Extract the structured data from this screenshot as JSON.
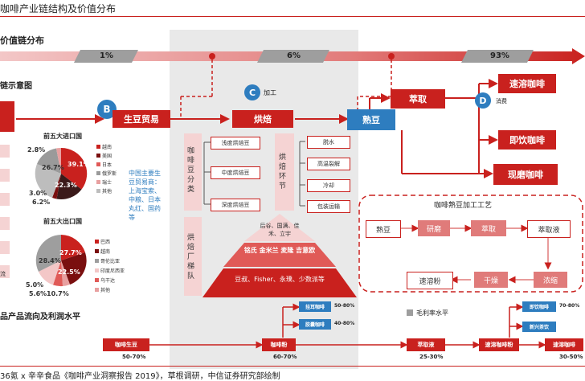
{
  "title": "咖啡产业链结构及价值分布",
  "footer": "36氪 x 辛辛食品《咖啡产业洞察报告 2019》，草根调研，中信证券研究部绘制",
  "value_chain": {
    "heading": "价值链分布",
    "pct_1": "1%",
    "pct_2": "6%",
    "pct_3": "93%"
  },
  "left": {
    "diagram_title": "链示意图",
    "import_title": "前五大进口国",
    "import_labels": [
      "2.8%",
      "39.1%",
      "22.3%",
      "26.7%",
      "3.0%",
      "6.2%"
    ],
    "import_legend": [
      "越南",
      "美国",
      "日本",
      "俄罗斯",
      "瑞士",
      "其他"
    ],
    "import_colors": [
      "#c9211e",
      "#7a0f0f",
      "#e05a57",
      "#9a9a9a",
      "#e8a0a0",
      "#bdbdbd"
    ],
    "export_title": "前五大出口国",
    "export_labels": [
      "27.7%",
      "22.5%",
      "28.4%",
      "5.0%",
      "5.6%",
      "10.7%"
    ],
    "export_legend": [
      "巴西",
      "越南",
      "哥伦比亚",
      "印度尼西亚",
      "乌干达",
      "其他"
    ],
    "flow_title": "品产品流向及利润水平",
    "left_edge_label": "流"
  },
  "middle": {
    "b_letter": "B",
    "trade_label": "生豆贸易",
    "trader_text": "中国主要生豆贸易商：上海宝索、中粮、日本丸红、国药等",
    "c_letter": "C",
    "process_label": "加工",
    "roast_label": "烘焙",
    "classify_label": "咖啡豆分类",
    "roast_types": [
      "浅度烘焙豆",
      "中度烘焙豆",
      "深度烘焙豆"
    ],
    "link_label": "烘焙环节",
    "steps": [
      "脱水",
      "高温裂解",
      "冷却",
      "包装运输"
    ],
    "team_label": "烘焙厂梯队",
    "pyramid_top": "后谷、国满、佳禾、立宇",
    "pyramid_mid": "铭氏 金米兰 麦隆 吉意欧",
    "pyramid_bot": "豆叔、Fisher、永璞、少数派等"
  },
  "right": {
    "extract_label": "萃取",
    "beans_label": "熟豆",
    "d_letter": "D",
    "consume_label": "消费",
    "products": [
      "速溶咖啡",
      "即饮咖啡",
      "现磨咖啡"
    ],
    "process_title": "咖啡熟豆加工工艺",
    "process_steps": [
      "熟豆",
      "研磨",
      "萃取",
      "萃取液",
      "浓缩",
      "干燥",
      "速溶粉"
    ]
  },
  "flow": {
    "raw": "咖啡生豆",
    "raw_margin": "50-70%",
    "powder": "咖啡粉",
    "powder_margin": "60-70%",
    "ear": "挂耳咖啡",
    "ear_margin": "50-80%",
    "capsule": "胶囊咖啡",
    "capsule_margin": "40-80%",
    "legend": "毛利率水平",
    "extract": "萃取液",
    "extract_margin": "25-30%",
    "instant_powder": "速溶咖啡粉",
    "instant": "速溶咖啡",
    "instant_margin": "30-50%",
    "rtd": "即饮咖啡",
    "rtd_margin": "70-80%",
    "new_tea": "新兴茶饮"
  }
}
